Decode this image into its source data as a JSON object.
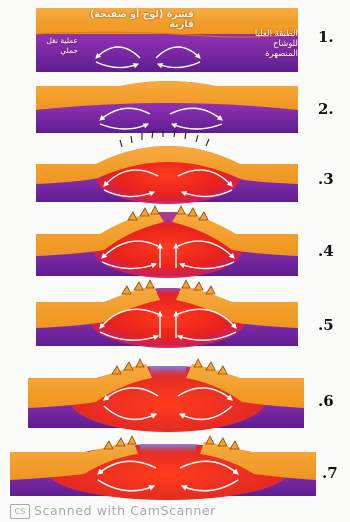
{
  "stages": [
    {
      "num": "1."
    },
    {
      "num": "2."
    },
    {
      "num": ".3"
    },
    {
      "num": ".4"
    },
    {
      "num": ".5"
    },
    {
      "num": ".6"
    },
    {
      "num": ".7"
    }
  ],
  "labels": {
    "crust": "قشرة (لوح أو صفيحة) قارية",
    "mantle_line1": "الطبقة العليا",
    "mantle_line2": "للوشاح",
    "mantle_line3": "المنصهرة",
    "arrows_line1": "عملية نقل",
    "arrows_line2": "حملي"
  },
  "watermark": {
    "logo": "CS",
    "text": "Scanned with CamScanner"
  },
  "colors": {
    "crust": "#f5a133",
    "crust_dark": "#e8861a",
    "mantle": "#8b2fb0",
    "mantle_dark": "#5e1e8f",
    "magma": "#e8231c",
    "magma_hot": "#ff3a1e",
    "arrow": "#ffffff",
    "ocean_gap": "#7f86e8"
  }
}
